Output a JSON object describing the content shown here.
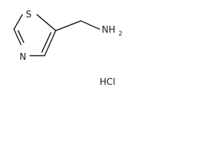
{
  "molecule": {
    "ring_atom_S": "S",
    "ring_atom_N": "N",
    "amine_main": "NH",
    "amine_subscript": "2",
    "salt": "HCl"
  }
}
